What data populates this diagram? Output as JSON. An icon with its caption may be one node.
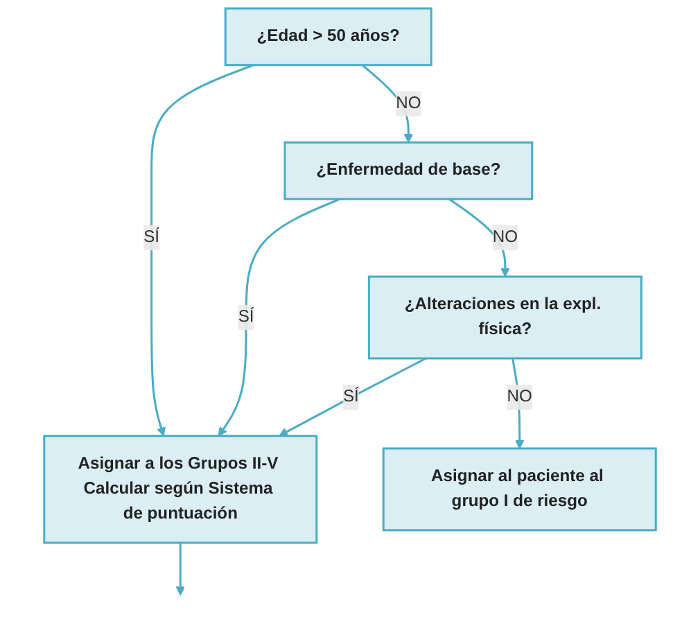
{
  "diagram": {
    "nodes": [
      {
        "text": [
          "¿Edad > 50 años?"
        ]
      },
      {
        "text": [
          "Asignar a los Grupos II-V Calcular según Sistema de puntuación"
        ]
      },
      {
        "text": [
          "¿Enfermedad de base?"
        ]
      },
      {
        "text": [
          "¿Alteraciones en la expl. física?"
        ]
      },
      {
        "text": [
          "Asignar al paciente al grupo I de riesgo"
        ]
      }
    ],
    "edges": [
      {
        "from": 0,
        "to": 1,
        "label": "SÍ",
        "arrow": "to"
      },
      {
        "from": 0,
        "to": 2,
        "label": "NO",
        "arrow": "to"
      },
      {
        "from": 2,
        "to": 1,
        "label": "SÍ",
        "arrow": "to"
      },
      {
        "from": 2,
        "to": 3,
        "label": "NO",
        "arrow": "to"
      },
      {
        "from": 3,
        "to": 1,
        "label": "SÍ",
        "arrow": "to"
      },
      {
        "from": 3,
        "to": 4,
        "label": "NO",
        "arrow": "to"
      },
      {
        "from": 1,
        "to": null,
        "arrow": "to"
      }
    ]
  }
}
